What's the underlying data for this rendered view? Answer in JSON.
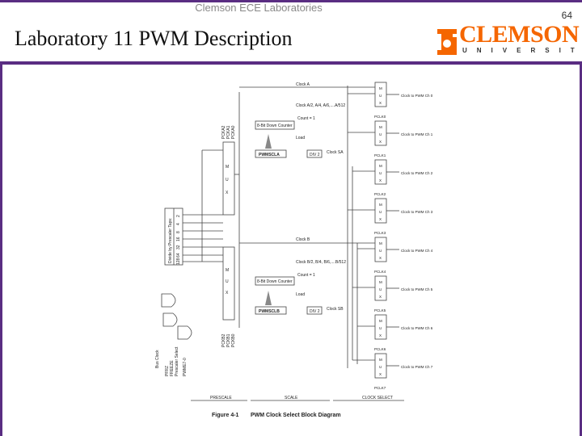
{
  "header": {
    "lab_name": "Clemson ECE Laboratories",
    "title": "Laboratory 11 PWM Description",
    "page_number": "64"
  },
  "logo": {
    "word": "CLEMSON",
    "sub": "UNIVERSITY",
    "color": "#f56600"
  },
  "colors": {
    "accent": "#5a2d82"
  },
  "diagram": {
    "caption_fig": "Figure 4-1",
    "caption_text": "PWM Clock Select Block Diagram",
    "clock_a": "Clock A",
    "clock_a_div": "Clock A/2, A/4, A/6,....A/512",
    "clock_b": "Clock B",
    "clock_b_div": "Clock B/2, B/4, B/6,....B/512",
    "counter_a": "8-Bit Down Counter",
    "counter_b": "8-Bit Down Counter",
    "count1_a": "Count = 1",
    "count1_b": "Count = 1",
    "load_a": "Load",
    "load_b": "Load",
    "pwmscla": "PWMSCLA",
    "pwmsclb": "PWMSCLB",
    "div2_a": "DIV 2",
    "div2_b": "DIV 2",
    "clock_sa": "Clock SA",
    "clock_sb": "Clock SB",
    "pcka": [
      "PCKA2",
      "PCKA1",
      "PCKA0"
    ],
    "pckb": [
      "PCKB2",
      "PCKB1",
      "PCKB0"
    ],
    "divide_label": "Divide by Prescaler Taps:",
    "taps": [
      "2",
      "4",
      "8",
      "16",
      "32",
      "64",
      "128"
    ],
    "mux_letters": [
      "M",
      "U",
      "X"
    ],
    "pclk": [
      "PCLK0",
      "PCLK1",
      "PCLK2",
      "PCLK3",
      "PCLK4",
      "PCLK5",
      "PCLK6",
      "PCLK7"
    ],
    "clock_to": [
      "Clock to PWM Ch 0",
      "Clock to PWM Ch 1",
      "Clock to PWM Ch 2",
      "Clock to PWM Ch 3",
      "Clock to PWM Ch 4",
      "Clock to PWM Ch 5",
      "Clock to PWM Ch 6",
      "Clock to PWM Ch 7"
    ],
    "bus_clock": "Bus Clock",
    "prescale_sel": "Prescaler Select",
    "pfrz": "PFRZ",
    "freeze": "FREEZE",
    "pwme": "PWME7-0",
    "prescale": "PRESCALE",
    "scale": "SCALE",
    "clock_select": "CLOCK SELECT"
  }
}
